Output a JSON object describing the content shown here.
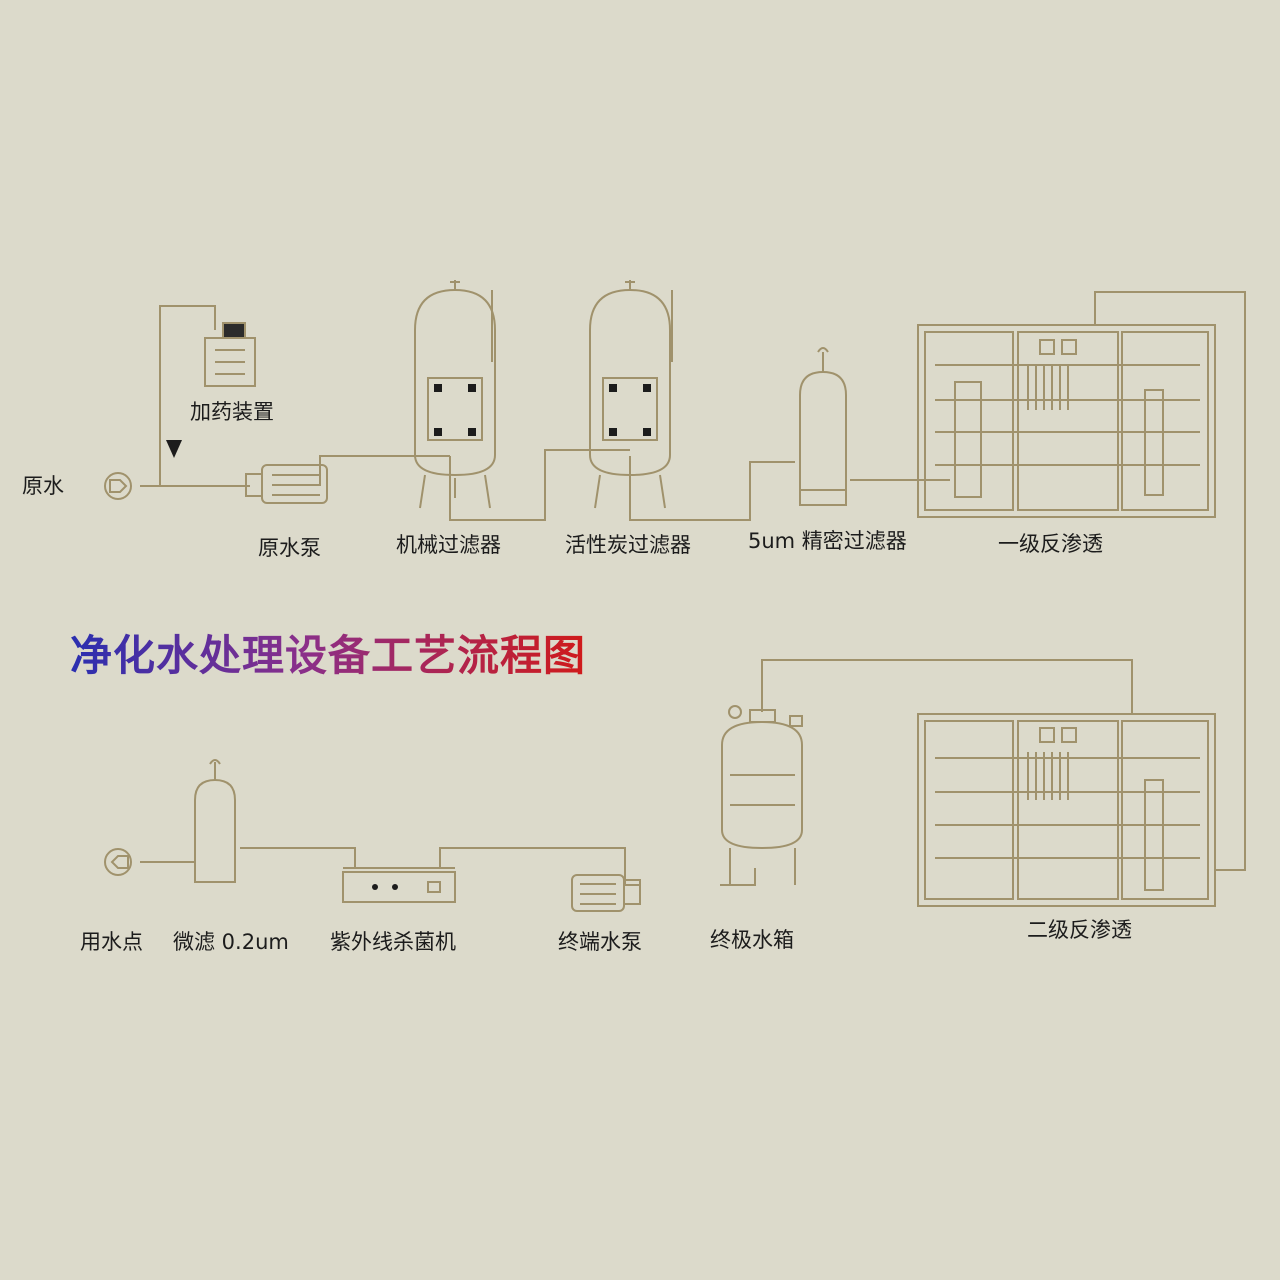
{
  "title": "净化水处理设备工艺流程图",
  "colors": {
    "background": "#dcdacb",
    "line": "#a0926c",
    "title_start": "#2a2fb0",
    "title_end": "#d01a1a"
  },
  "labels": {
    "raw_water": "原水",
    "dosing": "加药装置",
    "raw_pump": "原水泵",
    "mech_filter": "机械过滤器",
    "carbon_filter": "活性炭过滤器",
    "precision_filter": "5um 精密过滤器",
    "ro1": "一级反渗透",
    "ro2": "二级反渗透",
    "final_tank": "终极水箱",
    "final_pump": "终端水泵",
    "uv": "紫外线杀菌机",
    "micro_filter": "微滤 0.2um",
    "use_point": "用水点"
  }
}
